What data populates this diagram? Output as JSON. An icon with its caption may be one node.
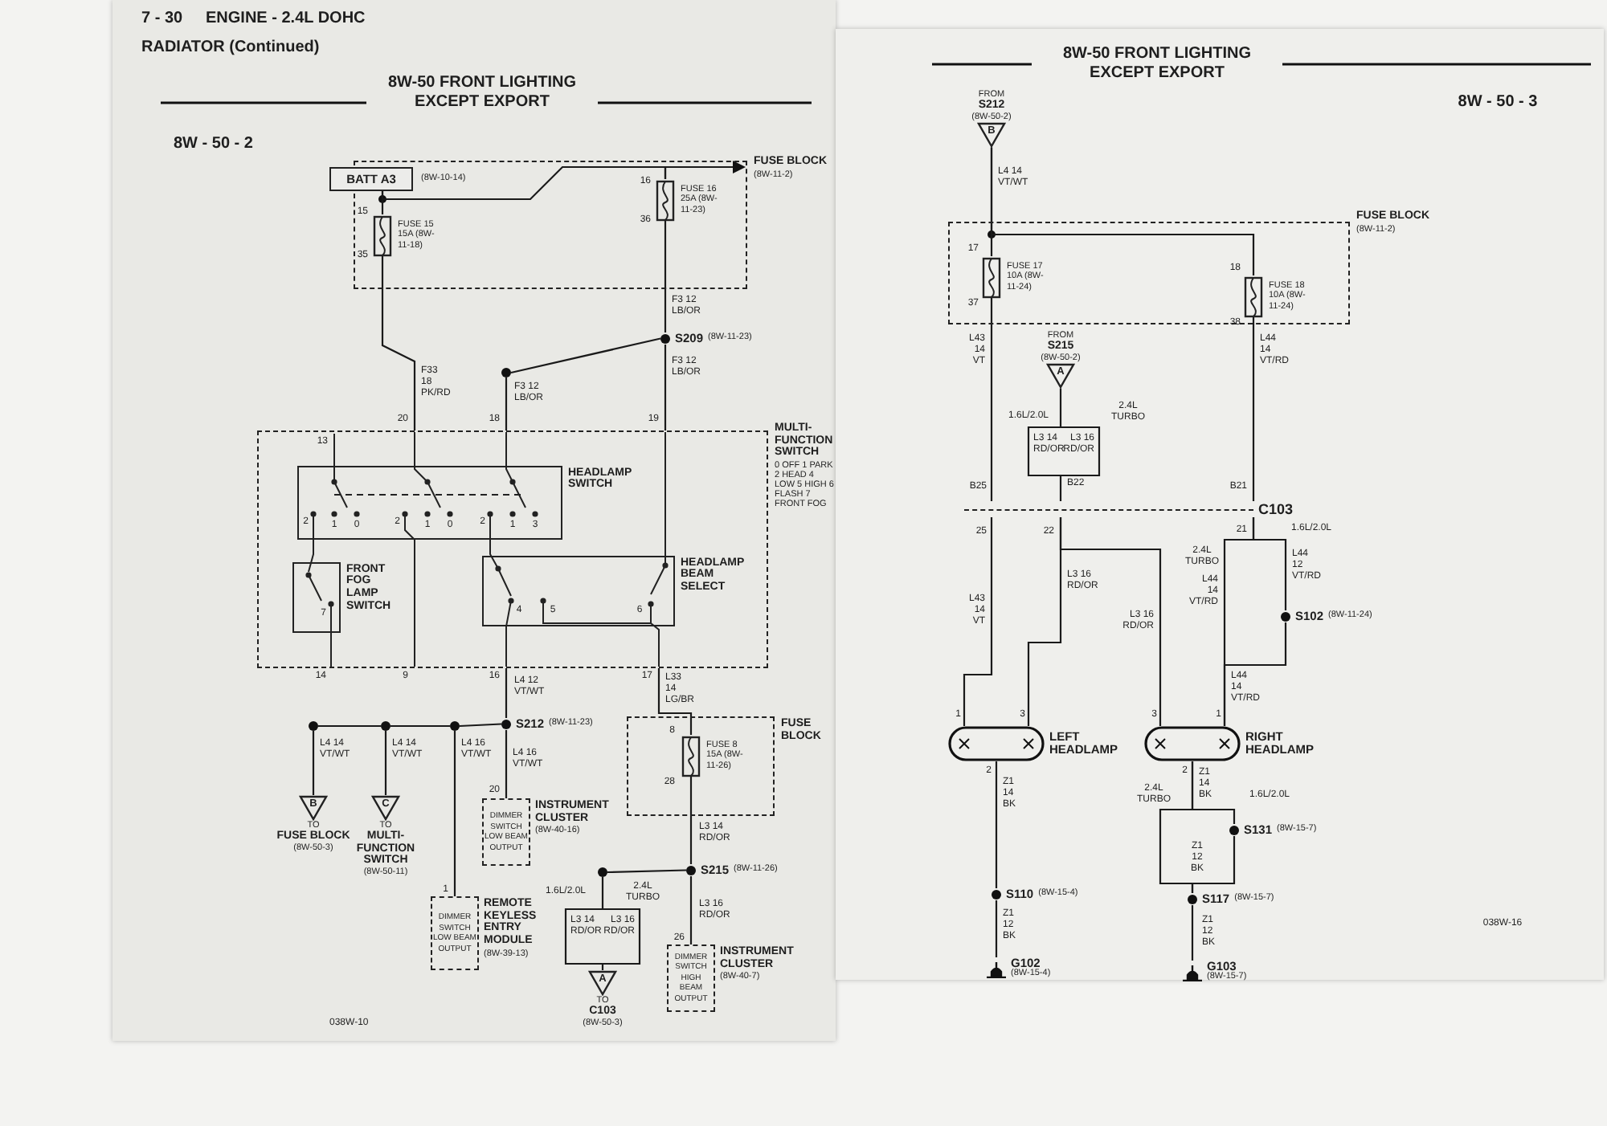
{
  "diagram": {
    "title": "8W-50 FRONT LIGHTING EXCEPT EXPORT",
    "nodes": [
      {
        "text": [
          "FUSE BLOCK",
          "(8W-11-2)"
        ]
      },
      {
        "text": [
          "BATT A3"
        ],
        "beside": [
          "(8W-10-14)"
        ]
      },
      {
        "text": [],
        "shape": "box",
        "in": 0,
        "beside": [
          "FUSE 15 15A (8W-11-18)"
        ]
      },
      {
        "text": [],
        "shape": "box",
        "in": 0,
        "beside": [
          "FUSE 16 25A (8W-11-23)"
        ]
      },
      {
        "text": [
          "S209",
          "(8W-11-23)"
        ]
      },
      {
        "text": [],
        "shape": "circle"
      },
      {
        "text": [
          "MULTI-FUNCTION SWITCH",
          "0 OFF 1 PARK 2 HEAD 4 LOW 5 HIGH 6 FLASH 7 FRONT FOG"
        ]
      },
      {
        "text": [
          "HEADLAMP SWITCH"
        ],
        "in": 6
      },
      {
        "text": [
          "HEADLAMP BEAM SELECT"
        ],
        "in": 6
      },
      {
        "text": [
          "FRONT FOG LAMP SWITCH"
        ],
        "in": 6
      },
      {
        "text": [
          "S212",
          "(8W-11-23)"
        ]
      },
      {
        "text": [],
        "shape": "circle"
      },
      {
        "text": [],
        "shape": "circle"
      },
      {
        "text": [],
        "shape": "circle"
      },
      {
        "text": [
          "B"
        ],
        "beside": [
          "TO",
          "FUSE BLOCK",
          "(8W-50-3)"
        ]
      },
      {
        "text": [
          "C"
        ],
        "beside": [
          "TO",
          "MULTI-FUNCTION SWITCH",
          "(8W-50-11)"
        ]
      },
      {
        "text": [
          "DIMMER SWITCH LOW BEAM OUTPUT"
        ],
        "beside": [
          "REMOTE KEYLESS ENTRY MODULE",
          "(8W-39-13)"
        ]
      },
      {
        "text": [
          "DIMMER SWITCH LOW BEAM OUTPUT"
        ],
        "beside": [
          "INSTRUMENT CLUSTER",
          "(8W-40-16)"
        ]
      },
      {
        "text": [
          "FUSE BLOCK"
        ]
      },
      {
        "text": [],
        "shape": "box",
        "in": 18,
        "beside": [
          "FUSE 8 15A (8W-11-26)"
        ]
      },
      {
        "text": [
          "S215",
          "(8W-11-26)"
        ]
      },
      {
        "text": [],
        "shape": "circle"
      },
      {
        "text": [
          "A"
        ],
        "beside": [
          "TO",
          "C103",
          "(8W-50-3)"
        ]
      },
      {
        "text": [
          "DIMMER SWITCH HIGH BEAM OUTPUT"
        ],
        "beside": [
          "INSTRUMENT CLUSTER",
          "(8W-40-7)"
        ]
      },
      {
        "text": [
          "B"
        ],
        "beside": [
          "FROM",
          "S212",
          "(8W-50-2)"
        ]
      },
      {
        "text": [
          "FUSE BLOCK",
          "(8W-11-2)"
        ]
      },
      {
        "text": [],
        "shape": "box",
        "in": 25,
        "beside": [
          "FUSE 17 10A (8W-11-24)"
        ]
      },
      {
        "text": [],
        "shape": "box",
        "in": 25,
        "beside": [
          "FUSE 18 10A (8W-11-24)"
        ]
      },
      {
        "text": [
          "A"
        ],
        "beside": [
          "FROM",
          "S215",
          "(8W-50-2)"
        ]
      },
      {
        "text": [
          "C103"
        ]
      },
      {
        "text": [
          "LEFT HEADLAMP"
        ]
      },
      {
        "text": [
          "RIGHT HEADLAMP"
        ]
      },
      {
        "text": [
          "S102",
          "(8W-11-24)"
        ]
      },
      {
        "text": [
          "S110",
          "(8W-15-4)"
        ]
      },
      {
        "text": [
          "G102",
          "(8W-15-4)"
        ]
      },
      {
        "text": [
          "S131",
          "(8W-15-7)"
        ]
      },
      {
        "text": [
          "S117",
          "(8W-15-7)"
        ]
      },
      {
        "text": [
          "G103",
          "(8W-15-7)"
        ]
      }
    ],
    "edges": [
      {
        "from": 1,
        "to": 2,
        "arrow": "none"
      },
      {
        "from": 1,
        "to": 3,
        "arrow": "none"
      },
      {
        "from": 3,
        "to": null,
        "arrow": "to"
      },
      {
        "from": 3,
        "to": 4,
        "arrow": "none"
      },
      {
        "from": 4,
        "to": 5,
        "arrow": "none"
      },
      {
        "from": 5,
        "to": 6,
        "arrow": "none"
      },
      {
        "from": 4,
        "to": 6,
        "arrow": "none"
      },
      {
        "from": 2,
        "to": 6,
        "arrow": "none"
      },
      {
        "from": 6,
        "to": 10,
        "arrow": "none"
      },
      {
        "from": 10,
        "to": 13,
        "arrow": "none"
      },
      {
        "from": 13,
        "to": 12,
        "arrow": "none"
      },
      {
        "from": 12,
        "to": 11,
        "arrow": "none"
      },
      {
        "from": 11,
        "to": 14,
        "arrow": "none"
      },
      {
        "from": 12,
        "to": 15,
        "arrow": "none"
      },
      {
        "from": 13,
        "to": 16,
        "arrow": "none"
      },
      {
        "from": 10,
        "to": 17,
        "arrow": "none"
      },
      {
        "from": 6,
        "to": 19,
        "arrow": "none"
      },
      {
        "from": 19,
        "to": 20,
        "arrow": "none"
      },
      {
        "from": 20,
        "to": 21,
        "arrow": "none"
      },
      {
        "from": 21,
        "to": 22,
        "arrow": "none"
      },
      {
        "from": 20,
        "to": 23,
        "arrow": "none"
      },
      {
        "from": 24,
        "to": 26,
        "arrow": "none"
      },
      {
        "from": 24,
        "to": 27,
        "arrow": "none"
      },
      {
        "from": 26,
        "to": 29,
        "arrow": "none"
      },
      {
        "from": 28,
        "to": 29,
        "arrow": "none"
      },
      {
        "from": 27,
        "to": 29,
        "arrow": "none"
      },
      {
        "from": 29,
        "to": 30,
        "arrow": "none"
      },
      {
        "from": 29,
        "to": 30,
        "arrow": "none"
      },
      {
        "from": 29,
        "to": 31,
        "arrow": "none"
      },
      {
        "from": 29,
        "to": 32,
        "arrow": "none"
      },
      {
        "from": 29,
        "to": 31,
        "arrow": "none"
      },
      {
        "from": 32,
        "to": 31,
        "arrow": "none"
      },
      {
        "from": 30,
        "to": 33,
        "arrow": "none"
      },
      {
        "from": 33,
        "to": 34,
        "arrow": "none"
      },
      {
        "from": 31,
        "to": 35,
        "arrow": "none"
      },
      {
        "from": 31,
        "to": 36,
        "arrow": "none"
      },
      {
        "from": 35,
        "to": 36,
        "arrow": "none"
      },
      {
        "from": 36,
        "to": 37,
        "arrow": "none"
      }
    ],
    "labels": [
      "7 - 30",
      "ENGINE - 2.4L DOHC",
      "RADIATOR (Continued)",
      "8W - 50 - 2",
      "8W-50 FRONT LIGHTING EXCEPT EXPORT",
      "8W - 50 - 3",
      "15",
      "35",
      "16",
      "36",
      "F3 12 LB/OR",
      "F3 12 LB/OR",
      "F3 12 LB/OR",
      "F33 18 PK/RD",
      "20",
      "18",
      "19",
      "13",
      "2",
      "1",
      "0",
      "2",
      "1",
      "0",
      "2",
      "1",
      "3",
      "7",
      "4",
      "5",
      "6",
      "14",
      "9",
      "16",
      "17",
      "L4 12 VT/WT",
      "L33 14 LG/BR",
      "8",
      "28",
      "L3 14 RD/OR",
      "L3 16 RD/OR",
      "26",
      "L4 14 VT/WT",
      "L4 14 VT/WT",
      "L4 16 VT/WT",
      "L4 16 VT/WT",
      "20",
      "1",
      "1.6L/2.0L",
      "2.4L TURBO",
      "L3 14 RD/OR",
      "L3 16 RD/OR",
      "038W-10",
      "L4 14 VT/WT",
      "17",
      "37",
      "18",
      "38",
      "L43 14 VT",
      "L44 14 VT/RD",
      "1.6L/2.0L",
      "2.4L TURBO",
      "L3 14 RD/OR",
      "L3 16 RD/OR",
      "B25",
      "25",
      "B22",
      "22",
      "B21",
      "21",
      "2.4L TURBO",
      "1.6L/2.0L",
      "L43 14 VT",
      "L3 16 RD/OR",
      "L3 16 RD/OR",
      "L44 14 VT/RD",
      "L44 12 VT/RD",
      "L44 14 VT/RD",
      "1",
      "3",
      "3",
      "1",
      "2",
      "2",
      "Z1 14 BK",
      "Z1 12 BK",
      "Z1 14 BK",
      "2.4L TURBO",
      "1.6L/2.0L",
      "Z1 12 BK",
      "Z1 12 BK",
      "038W-16"
    ]
  }
}
